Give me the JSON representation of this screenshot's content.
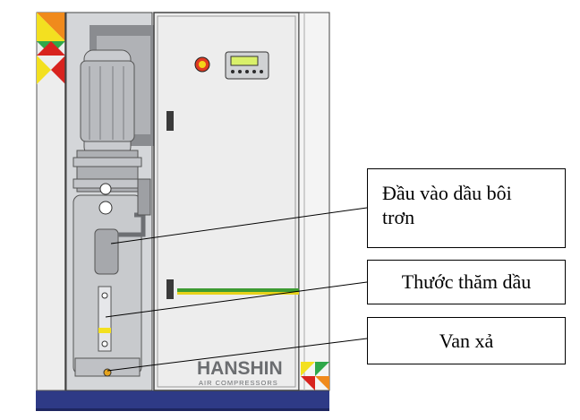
{
  "brand": {
    "name": "HANSHIN",
    "tagline": "AIR COMPRESSORS"
  },
  "callouts": {
    "oil_inlet": {
      "line1": "Đầu vào dầu bôi",
      "line2": "trơn"
    },
    "dipstick": {
      "label": "Thước thăm dầu"
    },
    "drain_valve": {
      "label": "Van xả"
    }
  },
  "colors": {
    "cabinet_panel": "#ececec",
    "cabinet_interior": "#d7d8da",
    "tank": "#c6c8cc",
    "base": "#2e3a86",
    "indicator_green": "#2fa84a",
    "indicator_orange": "#f08a1c",
    "indicator_red": "#d8231e",
    "indicator_yellow": "#f3e020",
    "ground_wire_green": "#3d9b32",
    "ground_wire_yellow": "#e7d21a"
  }
}
